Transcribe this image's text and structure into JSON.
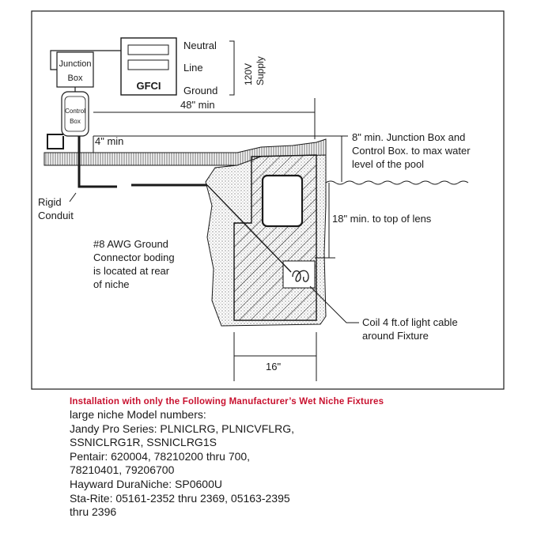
{
  "diagram": {
    "junction_box": [
      "Junction",
      "Box"
    ],
    "control_box": [
      "Control",
      "Box"
    ],
    "gfci": "GFCI",
    "supply_wires": [
      "Neutral",
      "Line",
      "Ground"
    ],
    "supply_label": [
      "120V",
      "Supply"
    ],
    "dim_48": "48\" min",
    "dim_4": "4\" min",
    "dim_8_lines": [
      "8\" min. Junction Box and",
      "Control Box. to max water",
      "level of the pool"
    ],
    "rigid_conduit": [
      "Rigid",
      "Conduit"
    ],
    "ground_connector": [
      "#8 AWG Ground",
      "Connector boding",
      "is located at rear",
      "of niche"
    ],
    "dim_18": "18\" min. to top of lens",
    "coil_label": [
      "Coil 4 ft.of light cable",
      "around Fixture"
    ],
    "dim_16": "16\""
  },
  "notes": {
    "title": "Installation with only the Following Manufacturer’s Wet Niche Fixtures",
    "lines": [
      "large niche Model numbers:",
      "Jandy Pro Series: PLNICLRG, PLNICVFLRG,",
      "SSNICLRG1R, SSNICLRG1S",
      "Pentair: 620004, 78210200 thru 700,",
      "78210401, 79206700",
      "Hayward DuraNiche: SP0600U",
      "Sta-Rite: 05161-2352 thru 2369, 05163-2395",
      "thru 2396"
    ]
  },
  "colors": {
    "line": "#1a1a1a",
    "title_red": "#c8102e"
  }
}
